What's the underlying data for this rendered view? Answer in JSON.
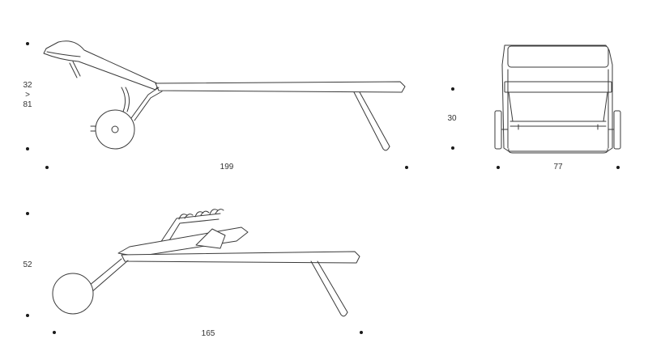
{
  "views": {
    "side_reclined": {
      "height_range": {
        "min": "32",
        "arrow": ">",
        "max": "81"
      },
      "length": "199"
    },
    "front": {
      "height": "30",
      "width": "77"
    },
    "side_folded": {
      "height": "52",
      "length": "165"
    }
  },
  "colors": {
    "line": "#3a3a3a",
    "marker": "#1a1a1a",
    "text": "#333333",
    "background": "#ffffff"
  }
}
